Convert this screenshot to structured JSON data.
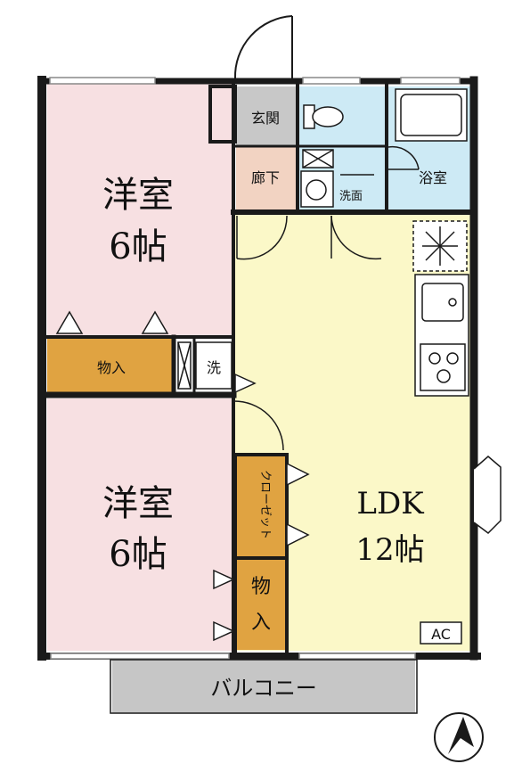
{
  "rooms": {
    "western_top": {
      "name": "洋室",
      "size": "6帖"
    },
    "western_bottom": {
      "name": "洋室",
      "size": "6帖"
    },
    "ldk": {
      "name": "LDK",
      "size": "12帖"
    },
    "entrance": "玄関",
    "hallway": "廊下",
    "washroom": "洗面",
    "bathroom": "浴室",
    "storage_top": "物入",
    "storage_bottom_1": "物",
    "storage_bottom_2": "入",
    "closet": "クローゼット",
    "laundry": "洗",
    "balcony": "バルコニー",
    "aircon": "AC"
  },
  "colors": {
    "western_room": "#f7e0e2",
    "ldk": "#fbf8c8",
    "wet_area": "#cdeaf5",
    "storage": "#e0a341",
    "entrance": "#c8c8c8",
    "hallway": "#f2d3c2",
    "balcony": "#c6c6c6",
    "wall": "#1a1a1a"
  }
}
